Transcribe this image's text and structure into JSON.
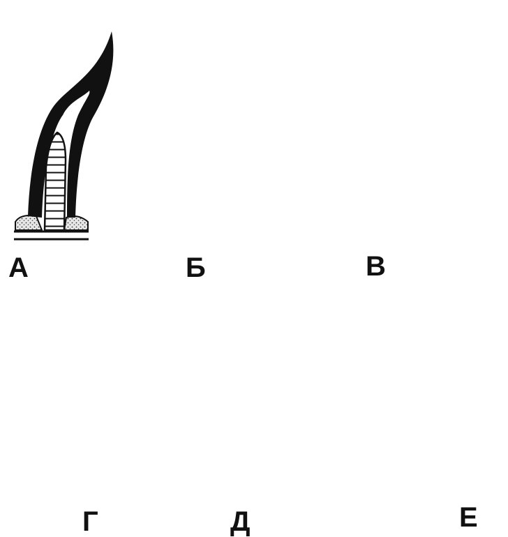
{
  "panels": [
    {
      "id": "A",
      "label": "А"
    },
    {
      "id": "B",
      "label": "Б"
    },
    {
      "id": "V",
      "label": "В"
    },
    {
      "id": "G",
      "label": "Г"
    },
    {
      "id": "D",
      "label": "Д"
    },
    {
      "id": "E",
      "label": "Е"
    }
  ],
  "colors": {
    "ink": "#111111",
    "background": "#ffffff",
    "stipple": "#e7e7e7"
  }
}
